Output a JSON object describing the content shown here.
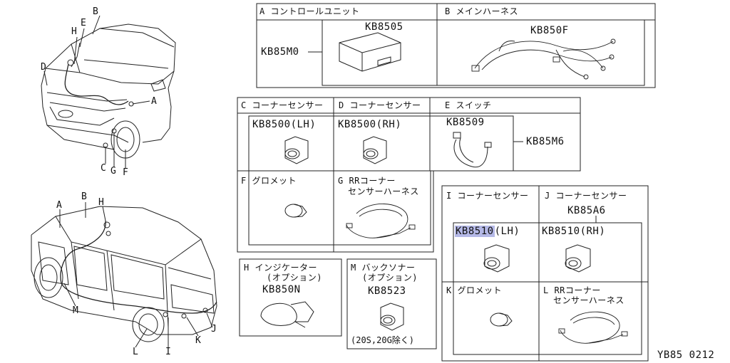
{
  "overview_letters": {
    "front": [
      "A",
      "B",
      "C",
      "D",
      "E",
      "F",
      "G",
      "H"
    ],
    "rear": [
      "A",
      "B",
      "H",
      "I",
      "J",
      "K",
      "L",
      "M"
    ]
  },
  "cells": {
    "A": {
      "header": "A コントロールユニット",
      "part": "KB8505",
      "set": "KB85M0"
    },
    "B": {
      "header": "B メインハーネス",
      "part": "KB850F"
    },
    "C": {
      "header": "C コーナーセンサー",
      "part": "KB8500(LH)"
    },
    "D": {
      "header": "D コーナーセンサー",
      "part": "KB8500(RH)"
    },
    "E": {
      "header": "E スイッチ",
      "part": "KB8509",
      "set": "KB85M6"
    },
    "F": {
      "header": "F グロメット"
    },
    "G": {
      "header1": "G RRコーナー",
      "header2": "センサーハーネス"
    },
    "H": {
      "header1": "H インジケーター",
      "header2": "(オプション)",
      "part": "KB850N"
    },
    "M": {
      "header1": "M バックソナー",
      "header2": "(オプション)",
      "part": "KB8523",
      "note": "(20S,20G除く)"
    },
    "I": {
      "header": "I コーナーセンサー",
      "part_pre": "KB851",
      "part_hl": "0",
      "part_post": "(LH)"
    },
    "J": {
      "header": "J コーナーセンサー",
      "set": "KB85A6",
      "part": "KB8510(RH)"
    },
    "K": {
      "header": "K グロメット"
    },
    "L": {
      "header1": "L RRコーナー",
      "header2": "センサーハーネス"
    }
  },
  "diagram_ref": "YB85 0212"
}
